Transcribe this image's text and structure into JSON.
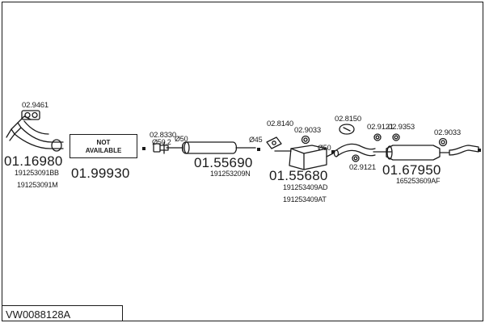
{
  "diagram_code": "VW0088128A",
  "not_available_line1": "NOT",
  "not_available_line2": "AVAILABLE",
  "parts": {
    "p1": "01.16980",
    "p2": "01.99930",
    "p3": "01.55690",
    "p4": "01.55680",
    "p5": "01.67950"
  },
  "oem": {
    "o1a": "191253091BB",
    "o1b": "191253091M",
    "o3": "191253209N",
    "o4a": "191253409AD",
    "o4b": "191253409AT",
    "o5": "165253609AF"
  },
  "accessories": {
    "a1": "02.9461",
    "a2": "02.8330",
    "a3": "02.8140",
    "a4": "02.9033",
    "a5": "02.8150",
    "a6": "02.9121",
    "a7": "02.9353",
    "a8": "02.9121",
    "a9": "02.9033"
  },
  "pipe_dims": {
    "d1": "Ø50,2",
    "d2": "Ø50",
    "d3": "Ø45",
    "d4": "Ø50"
  }
}
